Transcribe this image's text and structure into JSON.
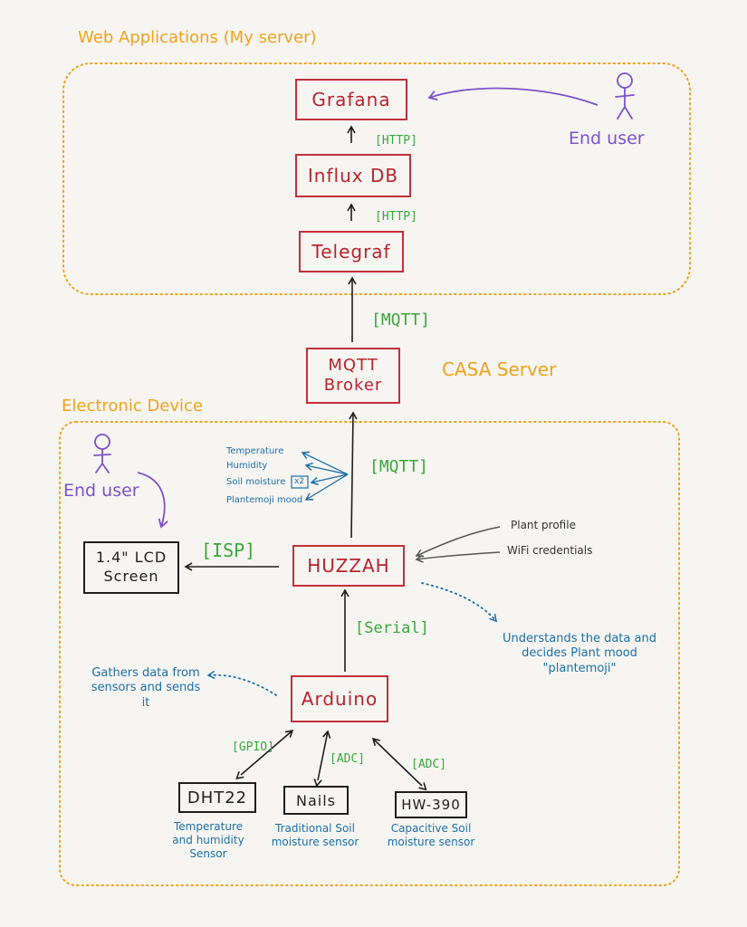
{
  "regions": {
    "web_apps": "Web Applications (My server)",
    "electronic_device": "Electronic Device",
    "casa": "CASA Server"
  },
  "nodes": {
    "grafana": "Grafana",
    "influxdb": "Influx DB",
    "telegraf": "Telegraf",
    "mqtt_broker_l1": "MQTT",
    "mqtt_broker_l2": "Broker",
    "huzzah": "HUZZAH",
    "arduino": "Arduino",
    "lcd_l1": "1.4\" LCD",
    "lcd_l2": "Screen",
    "dht22": "DHT22",
    "nails": "Nails",
    "hw390": "HW-390"
  },
  "protocols": {
    "influx_to_grafana": "[HTTP]",
    "telegraf_to_influx": "[HTTP]",
    "broker_to_telegraf": "[MQTT]",
    "huzzah_to_broker": "[MQTT]",
    "huzzah_to_lcd": "[ISP]",
    "arduino_to_huzzah": "[Serial]",
    "dht22": "[GPIO]",
    "nails": "[ADC]",
    "hw390": "[ADC]"
  },
  "actors": {
    "top": "End user",
    "bottom": "End user"
  },
  "payload": [
    "Temperature",
    "Humidity",
    "Soil moisture",
    "Plantemoji mood"
  ],
  "payload_x2": "x2",
  "inputs": [
    "Plant profile",
    "WiFi credentials"
  ],
  "notes": {
    "huzzah": "Understands the data and decides Plant mood \"plantemoji\"",
    "arduino": "Gathers data from sensors and sends it"
  },
  "sensor_labels": {
    "dht22": "Temperature and humidity Sensor",
    "nails": "Traditional Soil moisture sensor",
    "hw390": "Capacitive Soil moisture sensor"
  },
  "colors": {
    "region": "#f0a21a",
    "node": "#c0303a",
    "protocol": "#3aa83a",
    "actor": "#7d52c8",
    "note": "#1d6fa8",
    "ink": "#1e1e1e"
  }
}
